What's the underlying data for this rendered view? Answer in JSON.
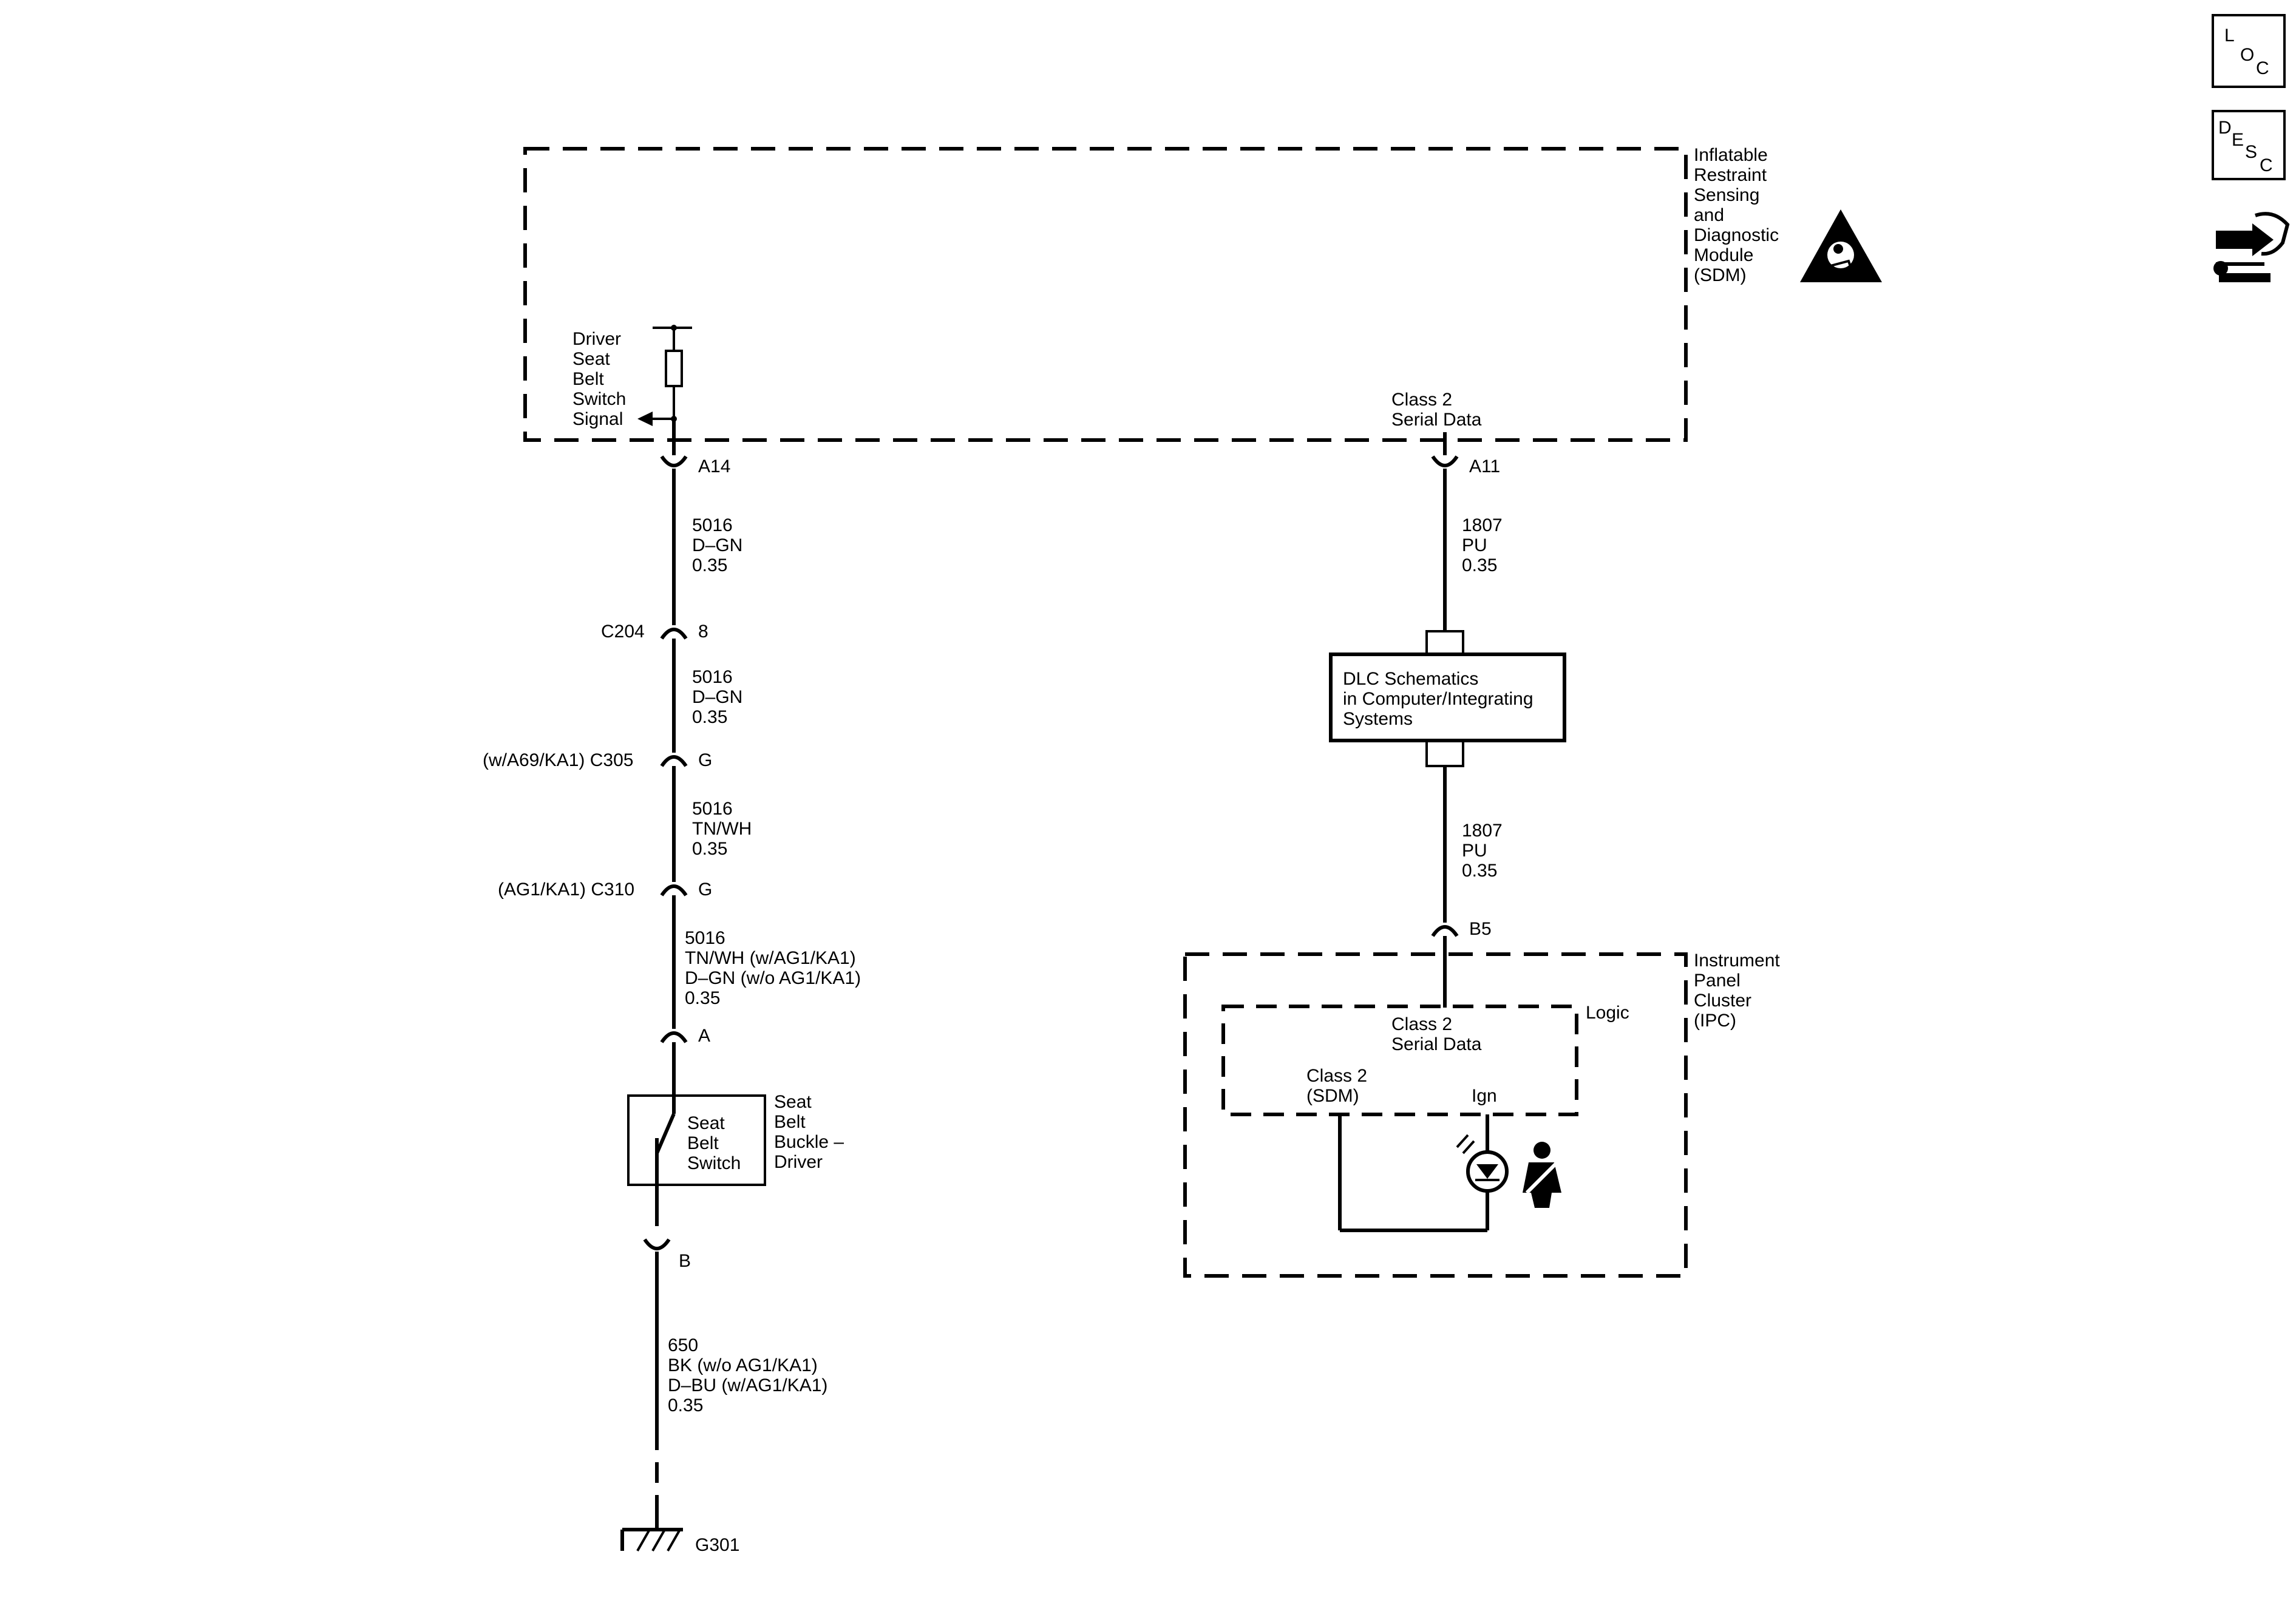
{
  "sdm": {
    "label": [
      "Inflatable",
      "Restraint",
      "Sensing",
      "and",
      "Diagnostic",
      "Module",
      "(SDM)"
    ],
    "signal_label": [
      "Driver",
      "Seat",
      "Belt",
      "Switch",
      "Signal"
    ],
    "class2_label": [
      "Class 2",
      "Serial Data"
    ]
  },
  "side_icons": {
    "loc": [
      "L",
      "O",
      "C"
    ],
    "desc": [
      "D",
      "E",
      "S",
      "C"
    ],
    "connector_icon": "connector-repair-icon"
  },
  "left_circuit": {
    "pin_a14": "A14",
    "wire1": [
      "5016",
      "D–GN",
      "0.35"
    ],
    "c204_name": "C204",
    "c204_pin": "8",
    "wire2": [
      "5016",
      "D–GN",
      "0.35"
    ],
    "c305_name": "(w/A69/KA1) C305",
    "c305_pin": "G",
    "wire3": [
      "5016",
      "TN/WH",
      "0.35"
    ],
    "c310_name": "(AG1/KA1) C310",
    "c310_pin": "G",
    "wire4": [
      "5016",
      "TN/WH (w/AG1/KA1)",
      "D–GN (w/o AG1/KA1)",
      "0.35"
    ],
    "pin_a": "A",
    "switch_box": [
      "Seat",
      "Belt",
      "Switch"
    ],
    "switch_label": [
      "Seat",
      "Belt",
      "Buckle –",
      "Driver"
    ],
    "pin_b": "B",
    "wire5": [
      "650",
      "BK (w/o AG1/KA1)",
      "D–BU (w/AG1/KA1)",
      "0.35"
    ],
    "ground": "G301"
  },
  "right_circuit": {
    "pin_a11": "A11",
    "wire1": [
      "1807",
      "PU",
      "0.35"
    ],
    "dlc_box": [
      "DLC Schematics",
      "in Computer/Integrating",
      "Systems"
    ],
    "wire2": [
      "1807",
      "PU",
      "0.35"
    ],
    "pin_b5": "B5"
  },
  "ipc": {
    "label": [
      "Instrument",
      "Panel",
      "Cluster",
      "(IPC)"
    ],
    "logic_label": "Logic",
    "class2_label": [
      "Class 2",
      "Serial Data"
    ],
    "class2_sdm": [
      "Class 2",
      "(SDM)"
    ],
    "ign": "Ign"
  }
}
